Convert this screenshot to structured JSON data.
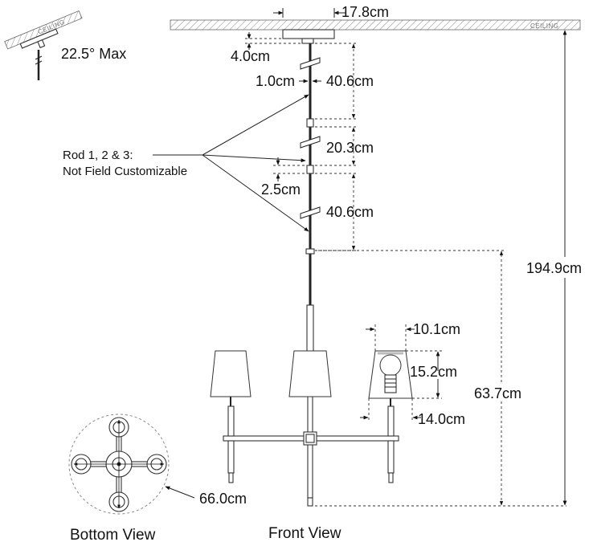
{
  "labels": {
    "ceiling": "CEILING",
    "ceiling_inset": "CEILING",
    "slope_max": "22.5° Max",
    "canopy_width": "17.8cm",
    "canopy_height": "4.0cm",
    "rod_diameter": "1.0cm",
    "rod1_length": "40.6cm",
    "rod2_length": "20.3cm",
    "coupling_length": "2.5cm",
    "rod3_length": "40.6cm",
    "rod_note_line1": "Rod 1, 2 & 3:",
    "rod_note_line2": "Not Field Customizable",
    "overall_height": "194.9cm",
    "fixture_height": "63.7cm",
    "shade_top": "10.1cm",
    "shade_height": "15.2cm",
    "shade_bottom": "14.0cm",
    "spread": "66.0cm",
    "bottom_view": "Bottom View",
    "front_view": "Front View"
  }
}
